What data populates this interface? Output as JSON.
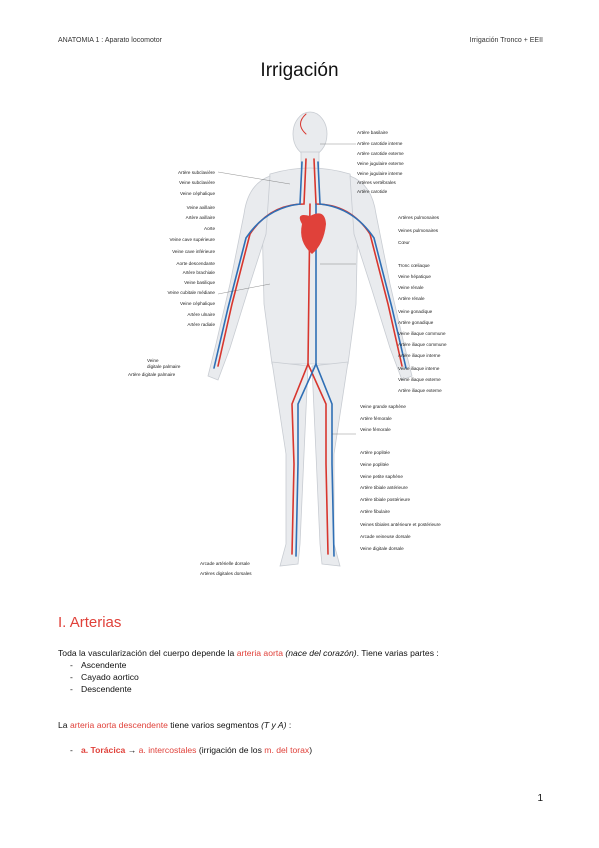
{
  "header": {
    "left": "ANATOMIA 1 : Aparato locomotor",
    "right": "Irrigación Tronco + EEII"
  },
  "title": "Irrigación",
  "figure": {
    "labels_left": [
      "Artère subclavière",
      "Veine subclavière",
      "Veine céphalique",
      "Veine axillaire",
      "Artère axillaire",
      "Aorte",
      "Veine cave supérieure",
      "Veine cave inférieure",
      "Aorte descendante",
      "Artère brachiale",
      "Veine basilique",
      "Veine cubitale médiane",
      "Veine céphalique",
      "Artère ulnaire",
      "Artère radiale",
      "Veine",
      "digitale palmaire",
      "Artère digitale palmaire",
      "Arcade artérielle dorsale",
      "Artères digitales dorsales"
    ],
    "labels_right": [
      "Artère basilaire",
      "Artère carotide interne",
      "Artère carotide externe",
      "Veine jugulaire externe",
      "Veine jugulaire interne",
      "Artères vertébrales",
      "Artère carotide",
      "Artères pulmonaires",
      "Veines pulmonaires",
      "Cœur",
      "Tronc cœliaque",
      "Veine hépatique",
      "Veine rénale",
      "Artère rénale",
      "Veine gonadique",
      "Artère gonadique",
      "Veine iliaque commune",
      "Artère iliaque commune",
      "Artère iliaque interne",
      "Veine iliaque interne",
      "Veine iliaque externe",
      "Artère iliaque externe",
      "Veine grande saphène",
      "Artère fémorale",
      "Veine fémorale",
      "Artère poplitée",
      "Veine poplitée",
      "Veine petite saphène",
      "Artère tibiale antérieure",
      "Artère tibiale postérieure",
      "Artère fibulaire",
      "Veines tibiales antérieure et postérieure",
      "Arcade veineuse dorsale",
      "Veine digitale dorsale"
    ]
  },
  "section": {
    "number": "I.",
    "title": "Arterias"
  },
  "para1": {
    "a": "Toda la vascularización del cuerpo depende la ",
    "b": "arteria aorta",
    "c": " (nace del corazón)",
    "d": ". Tiene varias partes :"
  },
  "parts": [
    "Ascendente",
    "Cayado aortico",
    "Descendente"
  ],
  "para2": {
    "a": "La ",
    "b": "arteria aorta descendente",
    "c": " tiene varios segmentos ",
    "d": "(T y A)",
    "e": " :"
  },
  "bullet3": {
    "a": "a. Torácica",
    "arrow": " → ",
    "b": "a. intercostales",
    "c": " (irrigación de los ",
    "d": "m. del torax",
    "e": ")"
  },
  "dash": "-",
  "page_number": "1",
  "colors": {
    "accent_red": "#e0413a",
    "artery": "#d8362e",
    "vein": "#2f6fb5",
    "body": "#e9ebee"
  }
}
